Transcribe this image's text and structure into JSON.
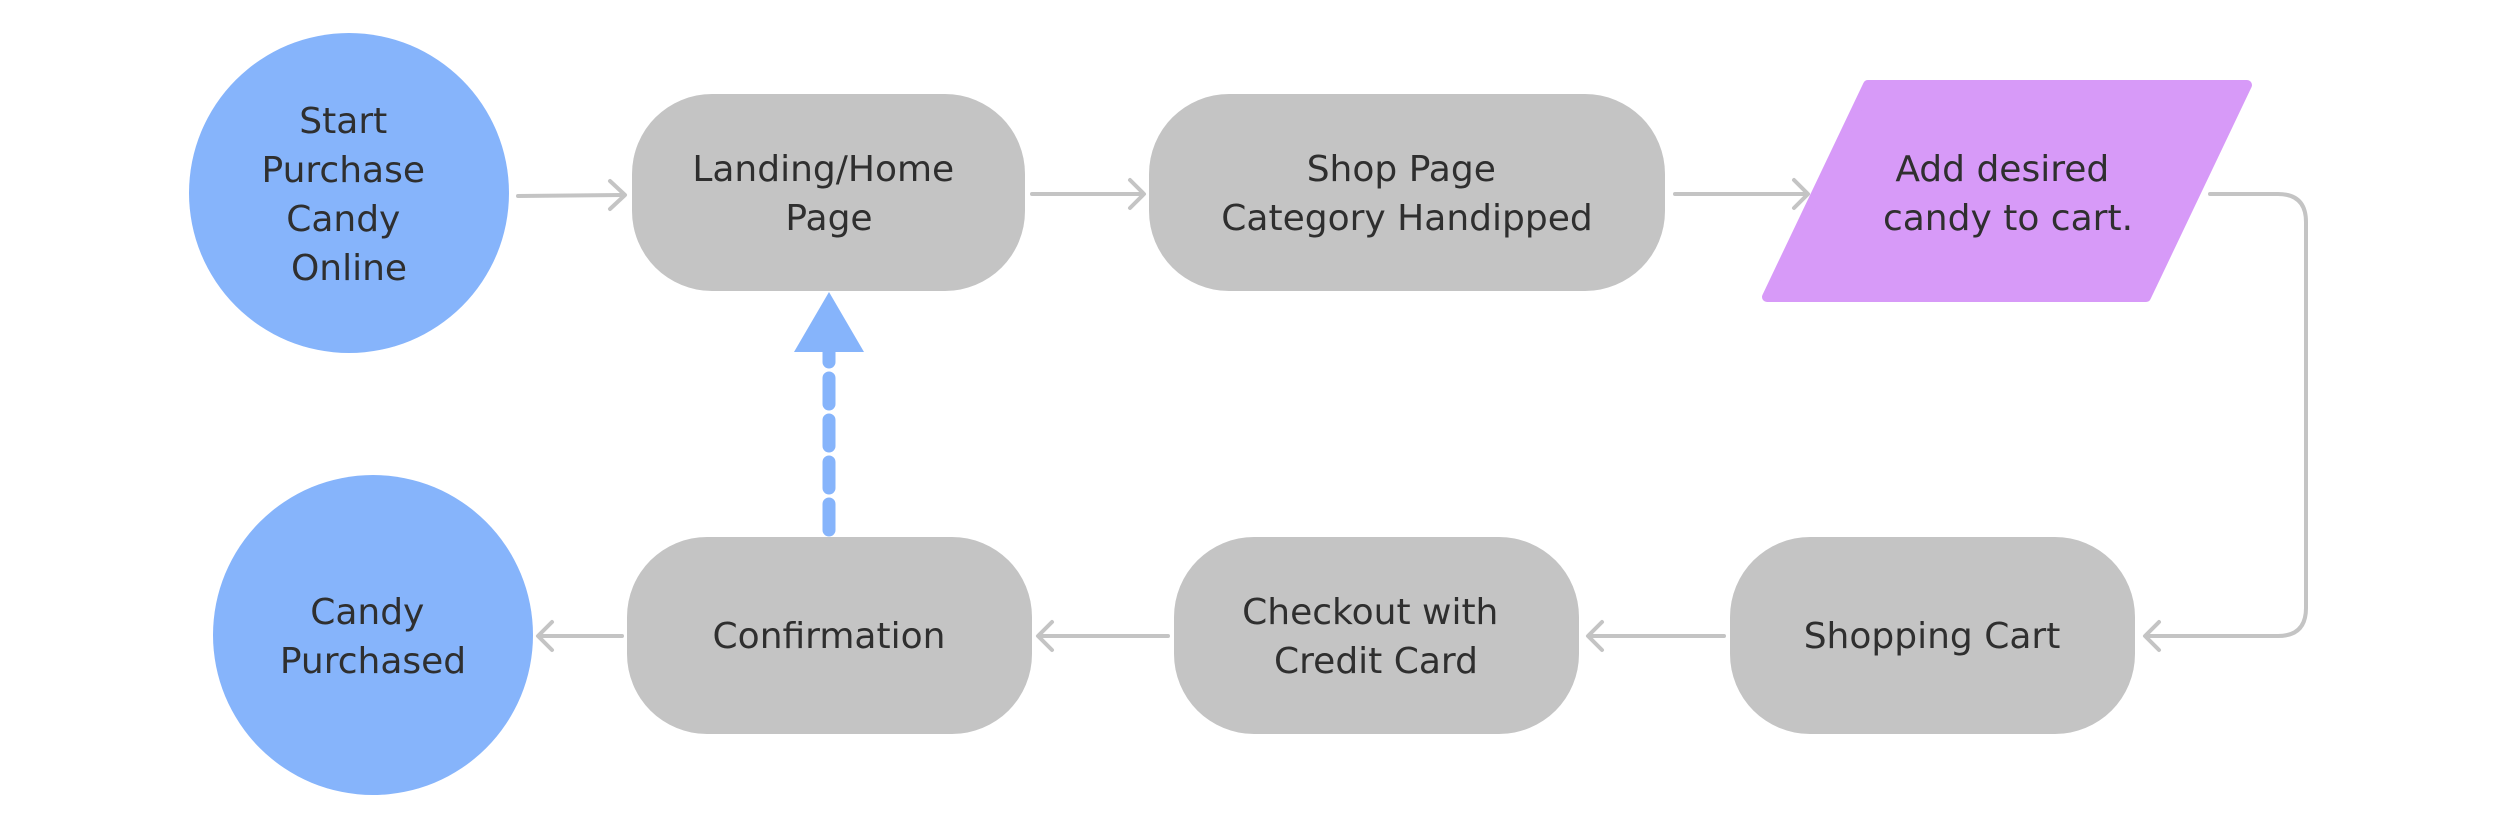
{
  "colors": {
    "start_end_fill": "#86b4fb",
    "process_fill": "#c4c4c4",
    "io_fill": "#d79af8",
    "connector": "#c4c4c4",
    "return_connector": "#86b4fb",
    "text": "#2f2f2f"
  },
  "nodes": {
    "start": {
      "lines": [
        "Start",
        "Purchase",
        "Candy",
        "Online"
      ]
    },
    "landing": {
      "lines": [
        "Landing/Home",
        "Page"
      ]
    },
    "shop": {
      "lines": [
        "Shop Page",
        "Category Handipped"
      ]
    },
    "add_to_cart": {
      "lines": [
        "Add desired",
        "candy to cart."
      ]
    },
    "shopping_cart": {
      "lines": [
        "Shopping Cart"
      ]
    },
    "checkout": {
      "lines": [
        "Checkout with",
        "Credit Card"
      ]
    },
    "confirmation": {
      "lines": [
        "Confirmation"
      ]
    },
    "end": {
      "lines": [
        "Candy",
        "Purchased"
      ]
    }
  },
  "edges": [
    {
      "from": "start",
      "to": "landing",
      "style": "solid"
    },
    {
      "from": "landing",
      "to": "shop",
      "style": "solid"
    },
    {
      "from": "shop",
      "to": "add_to_cart",
      "style": "solid"
    },
    {
      "from": "add_to_cart",
      "to": "shopping_cart",
      "style": "solid"
    },
    {
      "from": "shopping_cart",
      "to": "checkout",
      "style": "solid"
    },
    {
      "from": "checkout",
      "to": "confirmation",
      "style": "solid"
    },
    {
      "from": "confirmation",
      "to": "end",
      "style": "solid"
    },
    {
      "from": "confirmation",
      "to": "landing",
      "style": "dashed"
    }
  ]
}
